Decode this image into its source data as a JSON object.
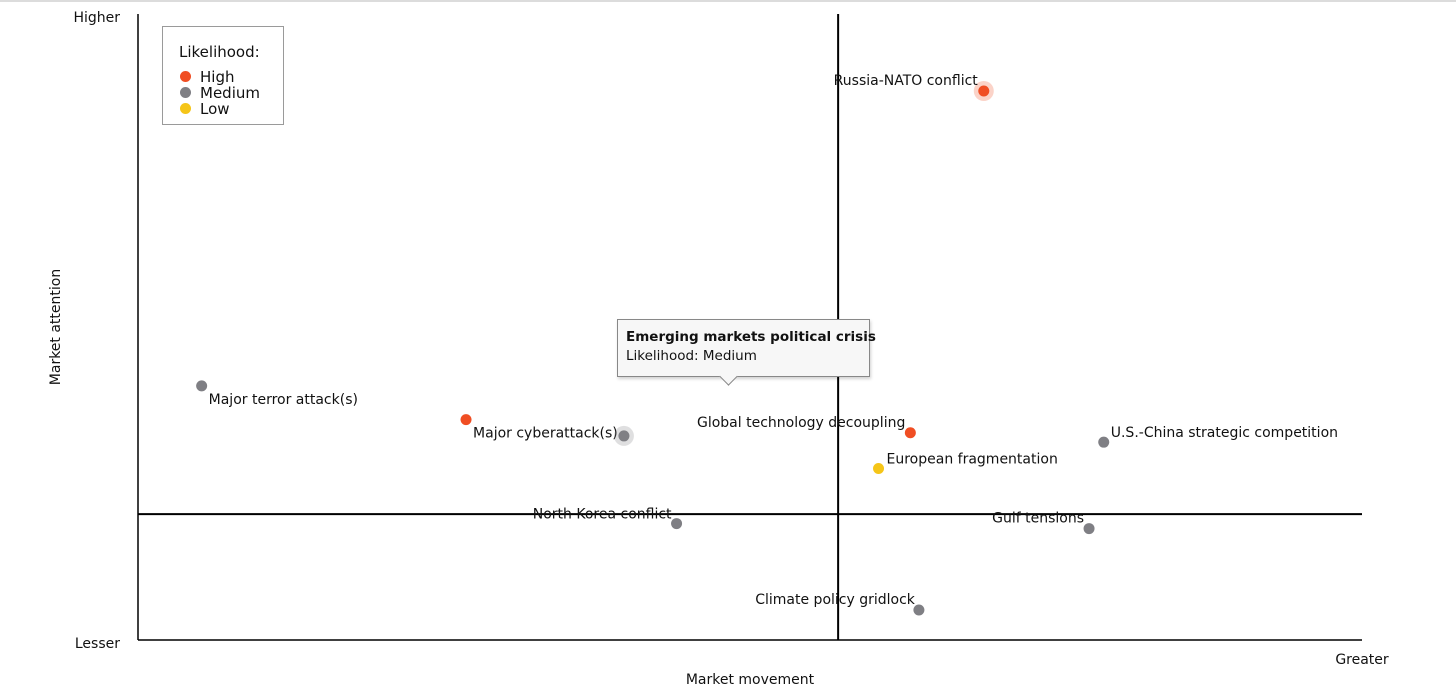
{
  "chart_data": {
    "type": "scatter",
    "xlabel": "Market movement",
    "ylabel": "Market attention",
    "xlim": [
      0,
      100
    ],
    "ylim": [
      0,
      100
    ],
    "x_low_label": "Lesser",
    "x_high_label": "Greater",
    "y_low_label": "Lesser",
    "y_high_label": "Higher",
    "midlines": {
      "x": 57.2,
      "y": 20.1
    },
    "grid": false,
    "legend": {
      "placement": "top-left",
      "title": "Likelihood:",
      "items": [
        {
          "label": "High",
          "color": "#f04e23"
        },
        {
          "label": "Medium",
          "color": "#7f7f84"
        },
        {
          "label": "Low",
          "color": "#f5c518"
        }
      ]
    },
    "points": [
      {
        "label": "Russia-NATO conflict",
        "x": 69.1,
        "y": 87.7,
        "likelihood": "High",
        "halo": true
      },
      {
        "label": "Major terror attack(s)",
        "x": 5.2,
        "y": 40.6,
        "likelihood": "Medium"
      },
      {
        "label": "Major cyberattack(s)",
        "x": 26.8,
        "y": 35.2,
        "likelihood": "High"
      },
      {
        "label": "Emerging markets political crisis",
        "x": 39.7,
        "y": 32.6,
        "likelihood": "Medium",
        "halo": true
      },
      {
        "label": "Global technology decoupling",
        "x": 63.1,
        "y": 33.1,
        "likelihood": "High"
      },
      {
        "label": "U.S.-China strategic competition",
        "x": 78.9,
        "y": 31.6,
        "likelihood": "Medium"
      },
      {
        "label": "European fragmentation",
        "x": 60.5,
        "y": 27.4,
        "likelihood": "Low"
      },
      {
        "label": "North Korea conflict",
        "x": 44.0,
        "y": 18.6,
        "likelihood": "Medium"
      },
      {
        "label": "Gulf tensions",
        "x": 77.7,
        "y": 17.8,
        "likelihood": "Medium"
      },
      {
        "label": "Climate policy gridlock",
        "x": 63.8,
        "y": 4.8,
        "likelihood": "Medium"
      }
    ],
    "tooltip": {
      "title": "Emerging markets political crisis",
      "text": "Likelihood: Medium"
    }
  }
}
